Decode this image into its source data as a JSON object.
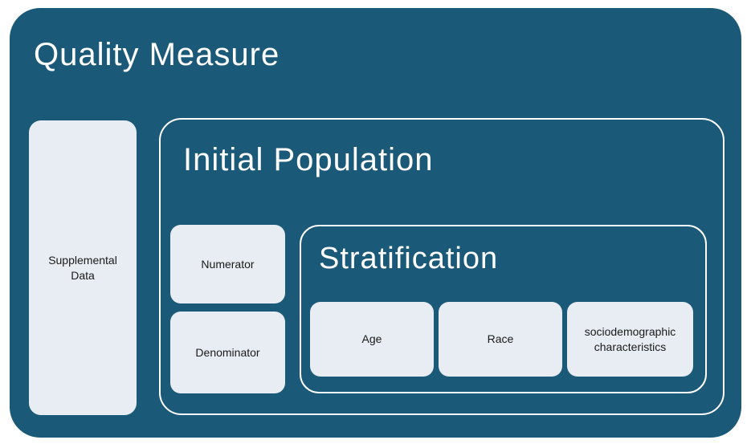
{
  "colors": {
    "container_bg": "#1A5978",
    "box_bg": "#E7EDF2",
    "outline_color": "#FFFFFF",
    "title_color": "#FFFFFF",
    "label_color": "#1A1A1A",
    "page_bg": "#FFFFFF"
  },
  "diagram": {
    "title": "Quality Measure",
    "supplemental": {
      "label": "Supplemental Data"
    },
    "initial_population": {
      "title": "Initial Population",
      "numerator": {
        "label": "Numerator"
      },
      "denominator": {
        "label": "Denominator"
      },
      "stratification": {
        "title": "Stratification",
        "items": [
          {
            "label": "Age"
          },
          {
            "label": "Race"
          },
          {
            "label": "sociodemographic characteristics"
          }
        ]
      }
    }
  }
}
